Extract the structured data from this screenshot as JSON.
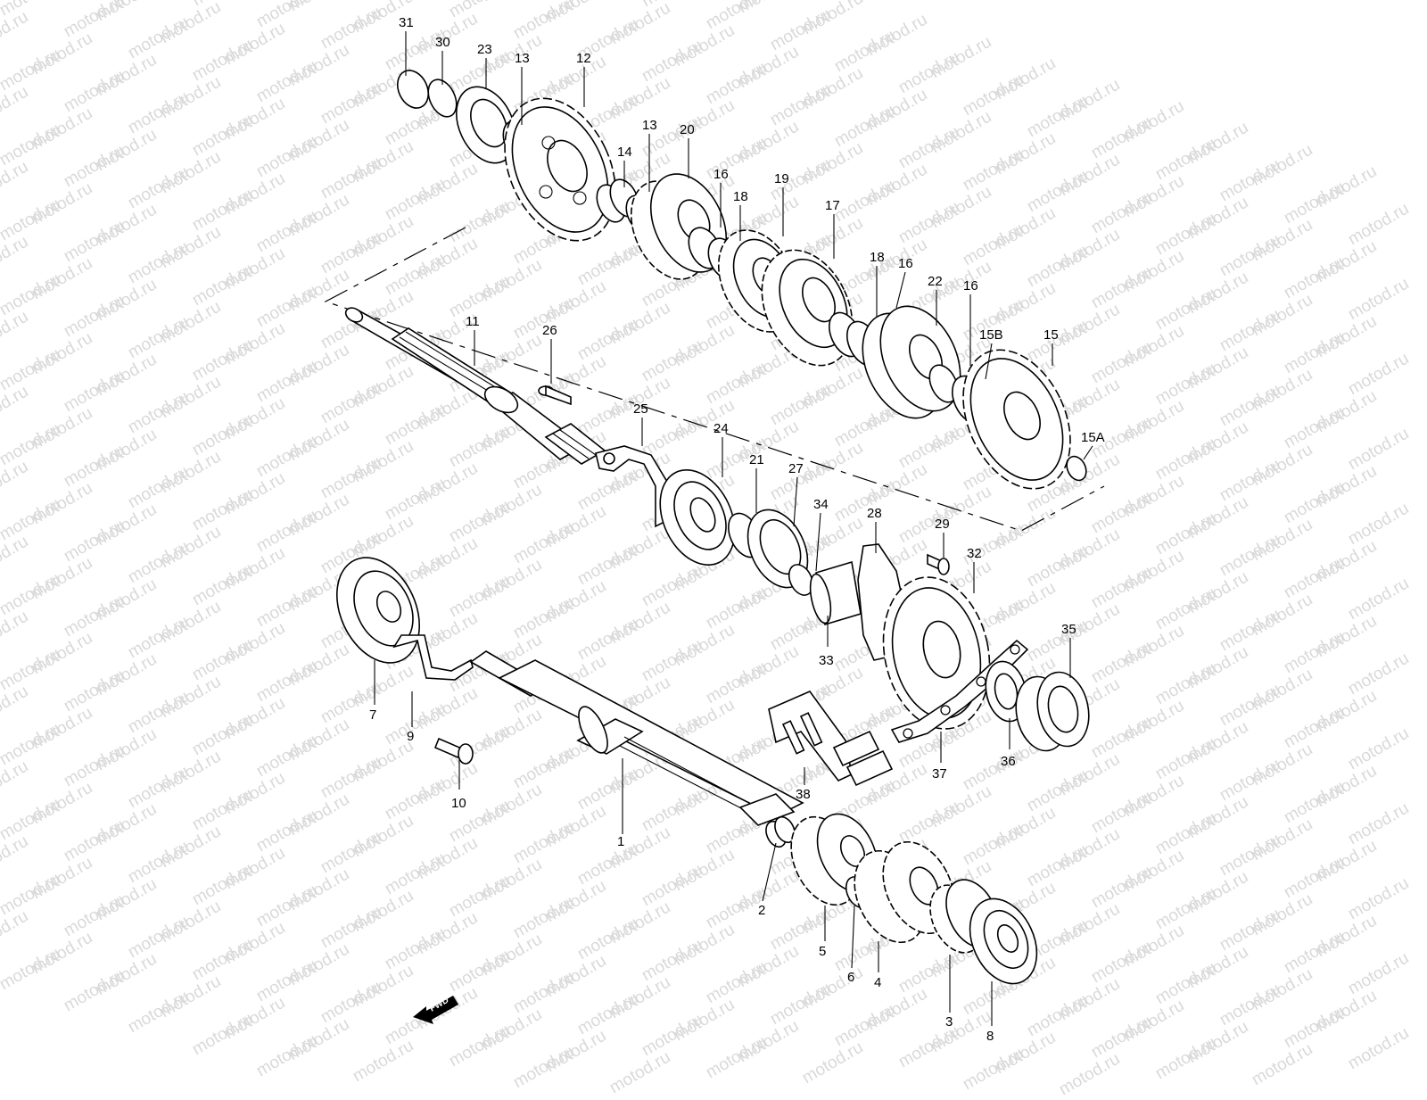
{
  "watermark_text": "motod.ru",
  "fwd_label": "FWD",
  "part_labels": {
    "p1": "1",
    "p2": "2",
    "p3": "3",
    "p4": "4",
    "p5": "5",
    "p6": "6",
    "p7": "7",
    "p8": "8",
    "p9": "9",
    "p10": "10",
    "p11": "11",
    "p12": "12",
    "p13a": "13",
    "p13b": "13",
    "p14": "14",
    "p15": "15",
    "p15a": "15A",
    "p15b": "15B",
    "p16a": "16",
    "p16b": "16",
    "p16c": "16",
    "p17": "17",
    "p18a": "18",
    "p18b": "18",
    "p19": "19",
    "p20": "20",
    "p21": "21",
    "p22": "22",
    "p23": "23",
    "p24": "24",
    "p25": "25",
    "p26": "26",
    "p27": "27",
    "p28": "28",
    "p29": "29",
    "p30": "30",
    "p31": "31",
    "p32": "32",
    "p33": "33",
    "p34": "34",
    "p35": "35",
    "p36": "36",
    "p37": "37",
    "p38": "38"
  },
  "colors": {
    "ink": "#000000",
    "watermark": "#d9d9d9",
    "background": "#ffffff"
  }
}
